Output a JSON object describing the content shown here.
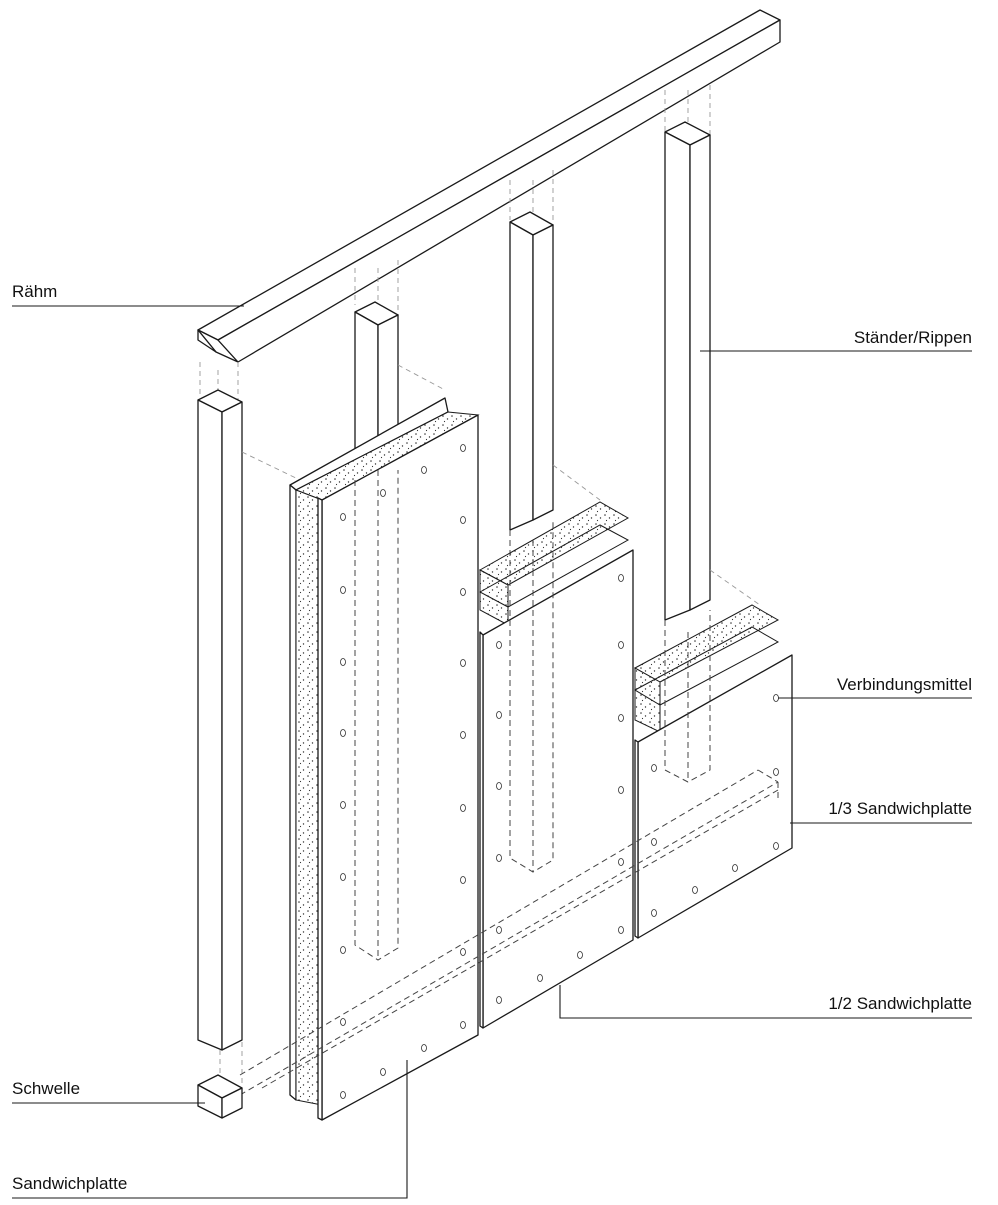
{
  "labels": {
    "raehm": "Rähm",
    "staender": "Ständer/Rippen",
    "verbindungsmittel": "Verbindungsmittel",
    "drittel": "1/3 Sandwichplatte",
    "halb": "1/2 Sandwichplatte",
    "schwelle": "Schwelle",
    "sandwichplatte": "Sandwichplatte"
  },
  "colors": {
    "ink": "#1a1a1a",
    "background": "#ffffff"
  }
}
